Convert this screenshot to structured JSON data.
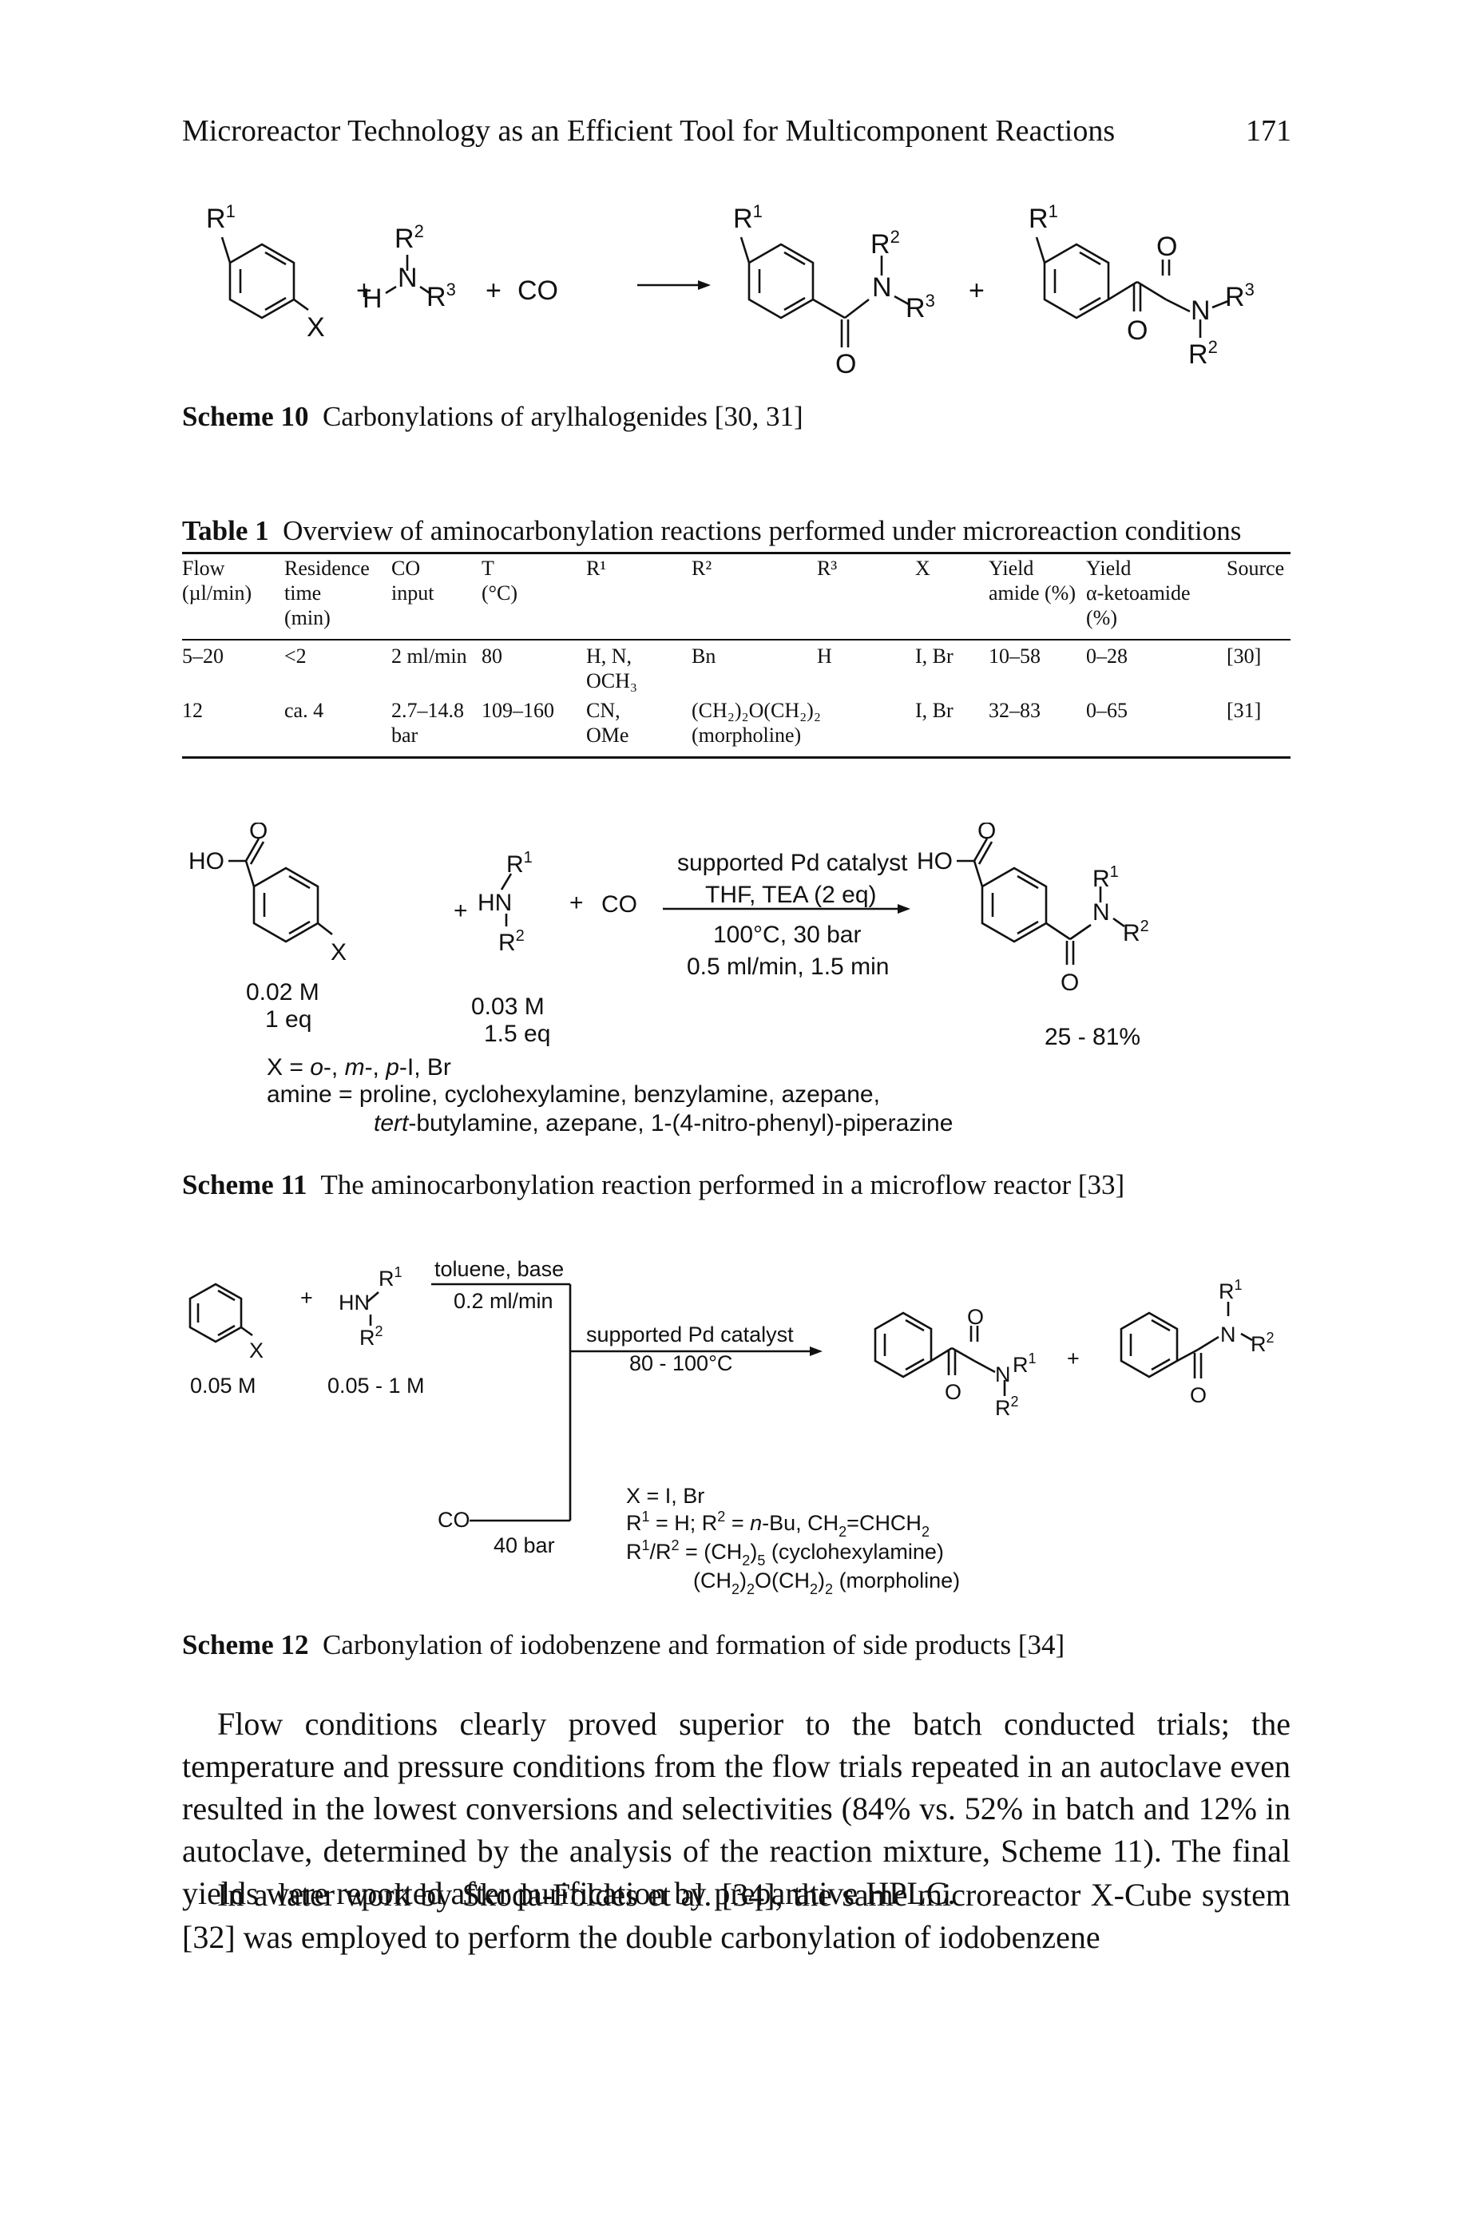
{
  "header": {
    "running_title": "Microreactor Technology as an Efficient Tool for Multicomponent Reactions",
    "page_number": "171"
  },
  "scheme10": {
    "label": "Scheme 10",
    "caption": "Carbonylations of arylhalogenides [30, 31]",
    "texts": {
      "r1a": "R",
      "r1a_sup": "1",
      "x1": "X",
      "plus1": "+",
      "h": "H",
      "n1": "N",
      "r2a": "R",
      "r2a_sup": "2",
      "r3a": "R",
      "r3a_sup": "3",
      "plus2": "+",
      "co": "CO",
      "r1b": "R",
      "r1b_sup": "1",
      "r2b": "R",
      "r2b_sup": "2",
      "n2": "N",
      "r3b": "R",
      "r3b_sup": "3",
      "o1": "O",
      "plus3": "+",
      "r1c": "R",
      "r1c_sup": "1",
      "o2": "O",
      "n3": "N",
      "r3c": "R",
      "r3c_sup": "3",
      "o3": "O",
      "r2c": "R",
      "r2c_sup": "2"
    }
  },
  "table1": {
    "label": "Table 1",
    "caption": "Overview of aminocarbonylation reactions performed under microreaction conditions",
    "headers": [
      [
        "Flow",
        "(µl/min)",
        ""
      ],
      [
        "Residence",
        "time",
        "(min)"
      ],
      [
        "CO",
        "input",
        ""
      ],
      [
        "T",
        "(°C)",
        ""
      ],
      [
        "R¹",
        "",
        ""
      ],
      [
        "R²",
        "",
        ""
      ],
      [
        "R³",
        "",
        ""
      ],
      [
        "X",
        "",
        ""
      ],
      [
        "Yield",
        "amide (%)",
        ""
      ],
      [
        "Yield",
        "α-ketoamide",
        "(%)"
      ],
      [
        "Source",
        "",
        ""
      ]
    ],
    "rows": [
      [
        [
          "5–20"
        ],
        [
          "<2"
        ],
        [
          "2 ml/min"
        ],
        [
          "80"
        ],
        [
          "H, N,",
          "OCH₃"
        ],
        [
          "Bn"
        ],
        [
          "H"
        ],
        [
          "I, Br"
        ],
        [
          "10–58"
        ],
        [
          "0–28"
        ],
        [
          "[30]"
        ]
      ],
      [
        [
          "12"
        ],
        [
          "ca. 4"
        ],
        [
          "2.7–14.8",
          "bar"
        ],
        [
          "109–160"
        ],
        [
          "CN,",
          "OMe"
        ],
        [
          "(CH₂)₂O(CH₂)₂",
          "(morpholine)"
        ],
        [
          ""
        ],
        [
          "I, Br"
        ],
        [
          "32–83"
        ],
        [
          "0–65"
        ],
        [
          "[31]"
        ]
      ]
    ]
  },
  "scheme11": {
    "label": "Scheme 11",
    "caption": "The aminocarbonylation reaction performed in a microflow reactor [33]",
    "texts": {
      "o1": "O",
      "ho1": "HO",
      "x1": "X",
      "plus1": "+",
      "r1": "R",
      "r1_sup": "1",
      "hn": "HN",
      "r2": "R",
      "r2_sup": "2",
      "plus2": "+",
      "co": "CO",
      "cond1": "supported Pd catalyst",
      "cond2": "THF, TEA (2 eq)",
      "cond3": "100°C, 30 bar",
      "cond4": "0.5 ml/min, 1.5 min",
      "o2": "O",
      "ho2": "HO",
      "r1p": "R",
      "r1p_sup": "1",
      "np": "N",
      "r2p": "R",
      "r2p_sup": "2",
      "o3": "O",
      "conc1": "0.02 M",
      "eq1": "1 eq",
      "conc2": "0.03 M",
      "eq2": "1.5 eq",
      "yield": "25 - 81%",
      "xdef_pre": "X = ",
      "xdef_o": "o",
      "xdef_sep1": "-, ",
      "xdef_m": "m",
      "xdef_sep2": "-, ",
      "xdef_p": "p",
      "xdef_post": "-I, Br",
      "amine1": "amine = proline, cyclohexylamine, benzylamine, azepane,",
      "amine2_it": "tert",
      "amine2": "-butylamine, azepane, 1-(4-nitro-phenyl)-piperazine"
    }
  },
  "scheme12": {
    "label": "Scheme 12",
    "caption": "Carbonylation of iodobenzene and formation of side products [34]",
    "texts": {
      "x": "X",
      "plus1": "+",
      "hn": "HN",
      "r1": "R",
      "r1_sup": "1",
      "r2": "R",
      "r2_sup": "2",
      "conc1": "0.05 M",
      "conc2": "0.05 - 1 M",
      "solv": "toluene, base",
      "flow": "0.2 ml/min",
      "cat": "supported Pd catalyst",
      "temp": "80 - 100°C",
      "co": "CO",
      "pressure": "40 bar",
      "o1": "O",
      "na": "N",
      "r1a": "R",
      "r1a_sup": "1",
      "o2": "O",
      "r2a": "R",
      "r2a_sup": "2",
      "plus2": "+",
      "r1b": "R",
      "r1b_sup": "1",
      "nb": "N",
      "r2b": "R",
      "r2b_sup": "2",
      "o3": "O",
      "def1": "X = I, Br",
      "def2_a": "R",
      "def2_b": "1",
      "def2_c": " = H; R",
      "def2_d": "2",
      "def2_e": " = ",
      "def2_f": "n",
      "def2_g": "-Bu, CH",
      "def2_h": "2",
      "def2_i": "=CHCH",
      "def2_j": "2",
      "def3_a": "R",
      "def3_b": "1",
      "def3_c": "/R",
      "def3_d": "2",
      "def3_e": " = (CH",
      "def3_f": "2",
      "def3_g": ")",
      "def3_h": "5",
      "def3_i": " (cyclohexylamine)",
      "def4_a": "(CH",
      "def4_b": "2",
      "def4_c": ")",
      "def4_d": "2",
      "def4_e": "O(CH",
      "def4_f": "2",
      "def4_g": ")",
      "def4_h": "2",
      "def4_i": " (morpholine)"
    }
  },
  "body": {
    "p1": "Flow conditions clearly proved superior to the batch conducted trials; the temperature and pressure conditions from the flow trials repeated in an autoclave even resulted in the lowest conversions and selectivities (84% vs. 52% in batch and 12% in autoclave, determined by the analysis of the reaction mixture, Scheme 11). The final yields were reported after purification by preparative HPLC.",
    "p2": "In a later work by Skoda-Foldes et al. [34], the same microreactor X-Cube system [32] was employed to perform the double carbonylation of iodobenzene"
  }
}
